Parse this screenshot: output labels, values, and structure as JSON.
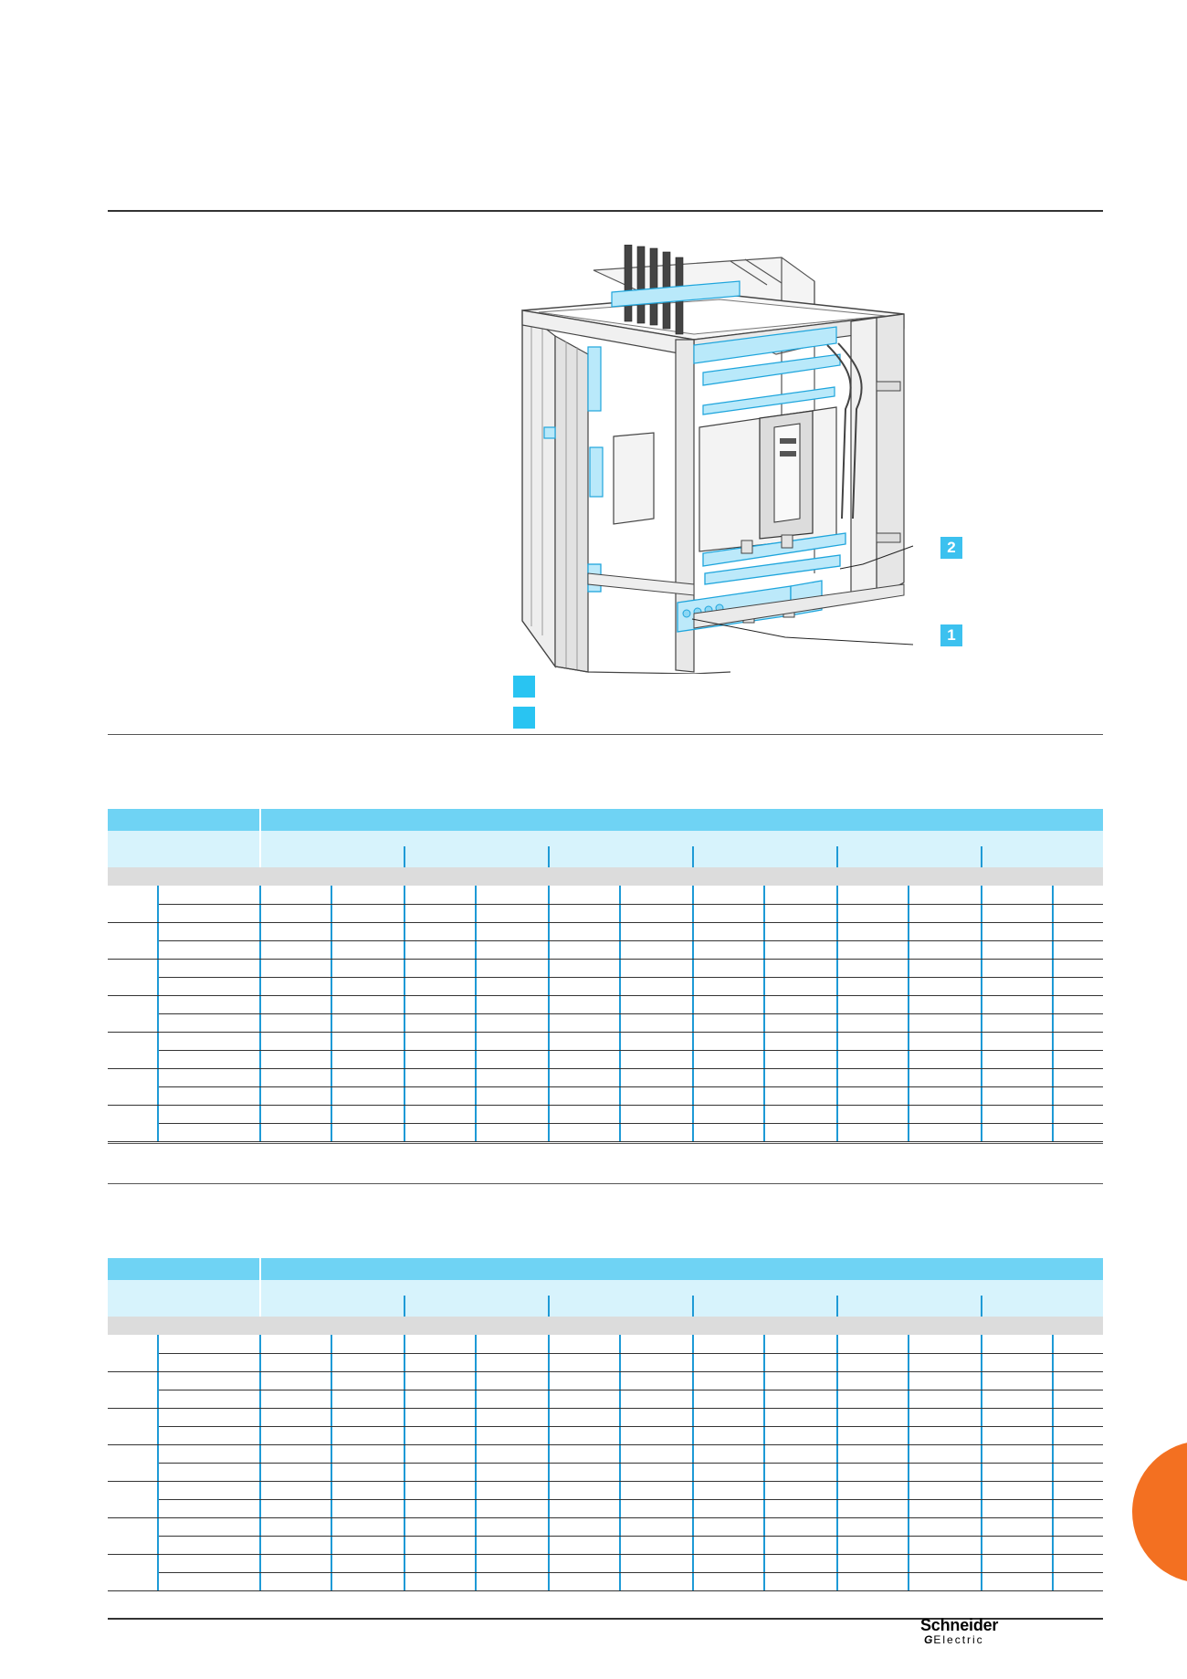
{
  "figure": {
    "callout_1": "1",
    "callout_2": "2",
    "legend_colors": [
      "#29c4f2",
      "#29c4f2"
    ]
  },
  "brand": {
    "name": "Schneider",
    "sub": "Electric",
    "mark": "G"
  },
  "page_tab": {
    "color": "#f37021"
  },
  "tables": [
    {
      "rows": 14
    },
    {
      "rows": 14
    }
  ]
}
